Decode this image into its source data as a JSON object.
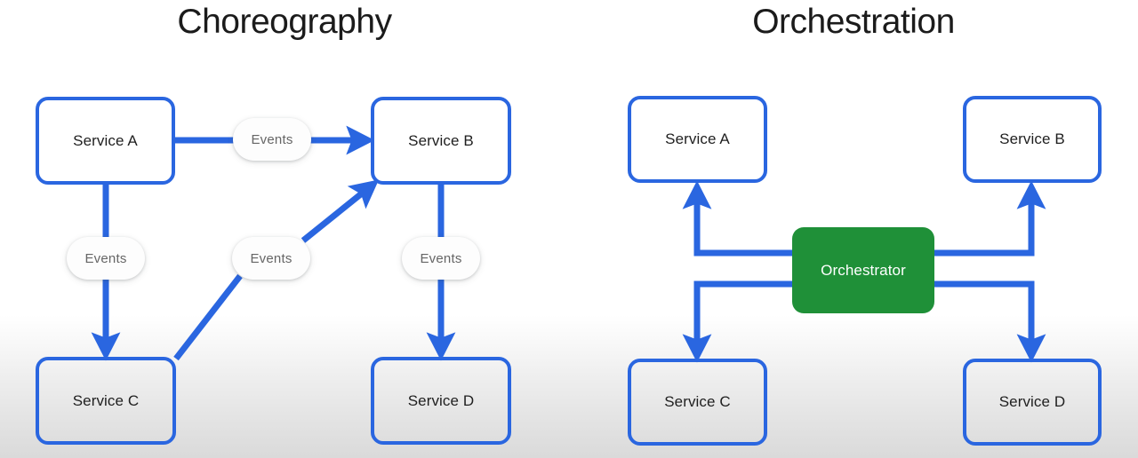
{
  "panels": [
    {
      "id": "choreography",
      "title": "Choreography",
      "nodes": [
        {
          "id": "l-a",
          "label": "Service A",
          "fill": "white"
        },
        {
          "id": "l-b",
          "label": "Service B",
          "fill": "white"
        },
        {
          "id": "l-c",
          "label": "Service C",
          "fill": "shaded"
        },
        {
          "id": "l-d",
          "label": "Service D",
          "fill": "shaded"
        }
      ],
      "edge_labels": [
        {
          "id": "ab",
          "label": "Events",
          "from": "Service A",
          "to": "Service B"
        },
        {
          "id": "ac",
          "label": "Events",
          "from": "Service A",
          "to": "Service C"
        },
        {
          "id": "cb",
          "label": "Events",
          "from": "Service C",
          "to": "Service B"
        },
        {
          "id": "bd",
          "label": "Events",
          "from": "Service B",
          "to": "Service D"
        }
      ]
    },
    {
      "id": "orchestration",
      "title": "Orchestration",
      "nodes": [
        {
          "id": "r-a",
          "label": "Service A",
          "fill": "white"
        },
        {
          "id": "r-b",
          "label": "Service B",
          "fill": "white"
        },
        {
          "id": "r-c",
          "label": "Service C",
          "fill": "shaded"
        },
        {
          "id": "r-d",
          "label": "Service D",
          "fill": "shaded"
        },
        {
          "id": "orchestrator",
          "label": "Orchestrator",
          "fill": "green"
        }
      ],
      "edge_labels": []
    }
  ],
  "colors": {
    "arrow_blue": "#2a66e0",
    "node_border_blue": "#2a66e0",
    "orchestrator_green": "#1f9038",
    "title_text": "#1b1b1b",
    "node_text": "#1f1f1f",
    "pill_text": "#666666",
    "orchestrator_text": "#ffffff",
    "background_top": "#ffffff",
    "background_bottom": "#dadada"
  }
}
